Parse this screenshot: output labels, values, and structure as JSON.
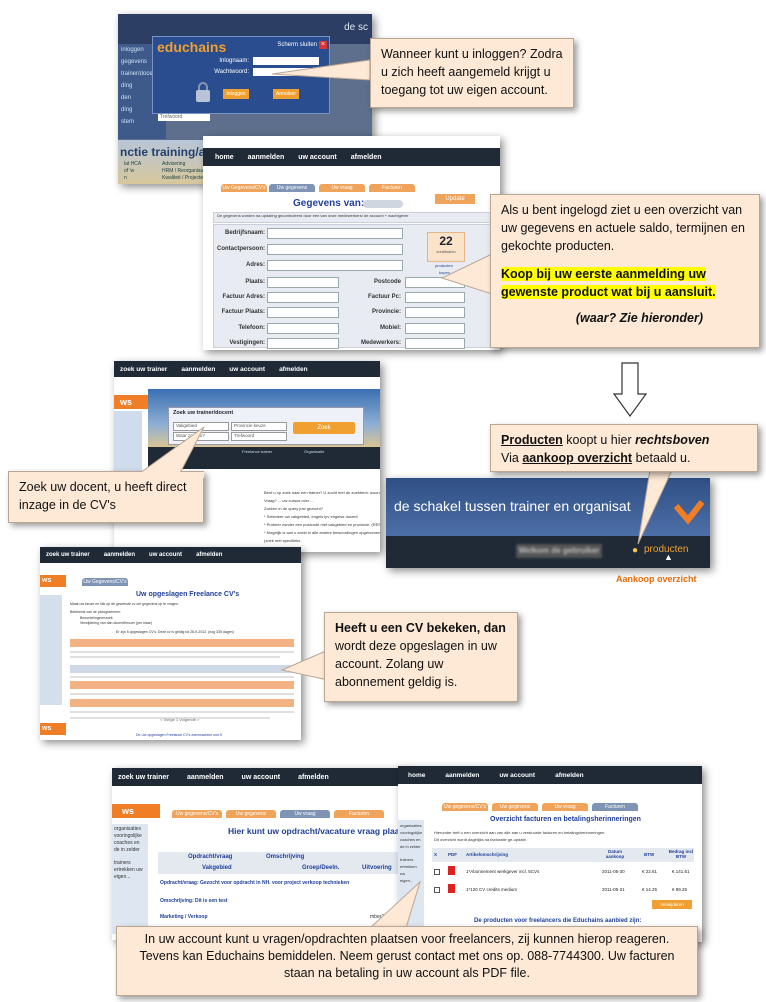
{
  "screenshot1": {
    "header_right": "de sc",
    "login_logo": "educhains",
    "login_close": "Scherm sluiten",
    "login_label_name": "Inlognaam:",
    "login_label_pass": "Wachtwoord:",
    "login_button": "Inloggen",
    "cancel_button": "Annuleer",
    "bg_title": "nctie training/advies (",
    "bg_side_items": [
      "inloggen",
      "gegevens",
      "trainer/docer",
      "ding",
      "den",
      "ding",
      "stem"
    ],
    "bg_list_items": [
      "Advisering",
      "HRM / Reorganisaties",
      "Kwaliteit / Projecten"
    ],
    "bg_list_left": [
      "lat HCA",
      "of 'w",
      "n"
    ],
    "bg_search_placeholder": "Trefwoord"
  },
  "callout1": {
    "text": "Wanneer kunt u inloggen? Zodra u zich heeft aangemeld krijgt u toegang tot uw eigen account."
  },
  "screenshot2": {
    "nav": [
      "home",
      "aanmelden",
      "uw account",
      "afmelden"
    ],
    "tabs": [
      "Uw Gegevens/CV's",
      "Uw gegevens",
      "Uw vraag",
      "Facturen"
    ],
    "update_button": "Update",
    "title": "Gegevens van:",
    "notice": "De gegevens worden na updating gecontroleerd door een van onze medewerkers! de account + wachtgever",
    "labels_left": [
      "Bedrijfsnaam:",
      "Contactpersoon:",
      "Adres:",
      "Plaats:",
      "Factuur Adres:",
      "Factuur Plaats:",
      "Telefoon:",
      "Vestigingen:"
    ],
    "labels_right": [
      "Postcode",
      "Factuur Pc:",
      "Provincie:",
      "Mobiel:",
      "Medewerkers:"
    ],
    "credits_value": "22",
    "credits_label": "creditsaldo",
    "credits_links": [
      "producten",
      "kopen"
    ]
  },
  "callout2": {
    "text1": "Als u bent ingelogd ziet u een overzicht van uw gegevens en actuele saldo, termijnen en gekochte producten.",
    "text2": "Koop bij uw eerste aanmelding uw gewenste product wat bij u aansluit.",
    "text3": "(waar? Zie hieronder)"
  },
  "screenshot3": {
    "nav": [
      "zoek uw trainer",
      "aanmelden",
      "uw account",
      "afmelden"
    ],
    "side_label": "ws",
    "search_title": "Zoek uw trainer/docent",
    "dropdowns": [
      "Vakgebied",
      "Provincie keuze",
      "Waar zoekt u?",
      "Trefwoord"
    ],
    "search_button": "Zoek",
    "result_cols": [
      "Freelance trainer",
      "Organisatie"
    ],
    "body_lines": [
      "Bent u op zoek naar een trainer? U zocht met de zoekterm: woorden beste",
      "Vraag? ... uw cursus over ...",
      "Zoeken in de query just gezocht?",
      "* Selecteer uw vakgebied, engels ipv engelse docent",
      "* Probeer zonder een postcode met vakgebied en provincie. (RESET HIER)",
      "* Mogelijk is wat u zoekt in alle andere bewoordingen opgenomen.",
      "(zoek met specifieks"
    ]
  },
  "callout3": {
    "text": "Zoek uw docent, u heeft direct inzage in de CV's"
  },
  "screenshot4": {
    "nav": [
      "zoek uw trainer",
      "aanmelden",
      "uw account",
      "afmelden"
    ],
    "side_label": "ws",
    "side_label2": "ws",
    "tab": "Uw Gegevens/CV's",
    "title": "Uw opgeslagen Freelance CV's",
    "intro": "Maak uw keuze en klik op de gewenste cv om gegevens op te vragen.",
    "legend_title": "Betekenis van de pictogrammen:",
    "legend_items": [
      "Beoordelingsverzoek",
      "Verwijdering van dan docentKeuzer (per klaar)"
    ],
    "count_line": "Er zijn 5 opgeslagen CV's. Deze cv is geldig tot 28-9-2012. (nog 335 dagen)",
    "pager": "< Vorige  1  Volgende >",
    "footer": "De Uw opgeslagen Freelance CV's zoenmachine ond 5"
  },
  "callout4": {
    "text1": "Heeft u een CV bekeken, dan",
    "text2": "wordt deze opgeslagen in uw account. Zolang uw abonnement geldig is."
  },
  "screenshot5": {
    "header_text": "de schakel tussen trainer en organisat",
    "blur_text": "Welkom de gebruiker",
    "products_button": "producten",
    "link_below": "Aankoop overzicht"
  },
  "callout5": {
    "link1": "Producten",
    "text1": "koopt u hier",
    "emph": "rechtsboven",
    "text2": "Via",
    "link2": "aankoop overzicht",
    "text3": "betaald u."
  },
  "screenshot6": {
    "nav": [
      "zoek uw trainer",
      "aanmelden",
      "uw account",
      "afmelden"
    ],
    "side_label": "ws",
    "side_items": [
      "organisaties",
      "vooringolijke",
      "coaches en",
      "de in zelder",
      "trainers",
      "ertrekken uw",
      "eigen..."
    ],
    "tabs": [
      "Uw gegevens/CV's",
      "Uw gegevens",
      "Uw vraag",
      "Facturen"
    ],
    "title": "Hier kunt uw opdracht/vacature vraag plaatsen",
    "table_headers": [
      "Opdracht/vraag",
      "Omschrijving",
      "Vakgebied",
      "Groep/Deeln.",
      "Uitvoering"
    ],
    "rows": [
      "Opdracht/vraag: Gezocht voor opdracht in NH. voor project verkoop technieken",
      "Omschrijving: Dit is een test",
      "Marketing / Verkoop"
    ],
    "date_cut": "mber2011"
  },
  "screenshot7": {
    "nav": [
      "home",
      "aanmelden",
      "uw account",
      "afmelden"
    ],
    "tabs": [
      "Uw gegevens/CV's",
      "Uw gegevens",
      "Uw vraag",
      "Facturen"
    ],
    "title": "Overzicht facturen en betalingsherinneringen",
    "intro": "Hieronder treft u een overzicht aan van alle aan u verstuurde facturen en betalingsherinneringen.",
    "intro2": "Dit overzicht wordt dagelijks na facturatie ge-update.",
    "col_headers": [
      "X",
      "PDF",
      "Artikelomschrijving",
      "Datum aankoop",
      "BTW",
      "Bedrag incl BTW"
    ],
    "rows": [
      {
        "desc": "1*Abonnement werkgever incl. 5CVs",
        "date": "2011-05-30",
        "btw": "€ 22.61",
        "amount": "€ 141.61"
      },
      {
        "desc": "1*120 CV credits medium",
        "date": "2011-05-31",
        "btw": "€ 14.25",
        "amount": "€ 89.25"
      }
    ],
    "button": "Verwijderen",
    "subtitle": "De producten voor freelancers die Educhains aanbied zijn:",
    "side_items": [
      "organisaties",
      "vooringolijke",
      "coaches en",
      "de in zelder",
      "trainers",
      "ertrekken uw",
      "eigen..."
    ]
  },
  "callout6": {
    "text": "In uw account kunt u vragen/opdrachten plaatsen voor freelancers, zij kunnen hierop reageren. Tevens kan Educhains bemiddelen. Neem gerust contact met ons op. 088-7744300. Uw facturen staan na betaling in uw account als PDF file."
  },
  "colors": {
    "nav": "#1f2a36",
    "orange": "#f07e26",
    "callout_bg": "#fde9d6",
    "link_blue": "#1f3f99",
    "highlight": "#ffff00"
  }
}
